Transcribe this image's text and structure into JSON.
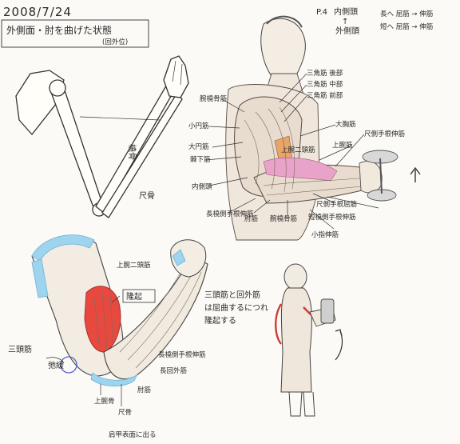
{
  "header": {
    "date": "2008/7/24",
    "title": "外側面・肘を曲げた状態",
    "title_sub": "(回外位)"
  },
  "top_left_labels": {
    "radius": "橈骨",
    "ulna": "尺骨"
  },
  "top_right_notes": {
    "page_ref": "P.4",
    "line1": "内側頭",
    "line2": "外側頭",
    "rule1": "長へ 屈筋 → 伸筋",
    "rule2": "短へ 屈筋 → 伸筋"
  },
  "figure_labels": {
    "deltoid": "三角筋 後部",
    "deltoid_mid": "三角筋 中部",
    "deltoid_front": "三角筋 前部",
    "brachioradialis_top": "腕橈骨筋",
    "teres_minor": "小円筋",
    "teres_major": "大円筋",
    "infraspinatus": "棘下筋",
    "triceps_long": "大胸筋",
    "biceps": "上腕筋",
    "brachialis": "上腕二頭筋",
    "medial_head": "内側頭",
    "ext_carpi_rad_long": "長橈側手根伸筋",
    "ext_carpi_rad_brev": "短橈側手根伸筋",
    "anconeus": "肘筋",
    "brachioradialis": "腕橈骨筋",
    "ext_carpi_uln": "尺側手根伸筋",
    "flexor_uln": "尺側手根屈筋",
    "ext_digitorum": "小指伸筋"
  },
  "bottom_labels": {
    "brachialis_bump": "上腕二頭筋",
    "bulge": "隆起",
    "triceps": "三頭筋",
    "relax": "弛緩",
    "ext_long": "長橈側手根伸筋",
    "ext_short": "長回外筋",
    "anconeus": "肘筋",
    "humerus": "上腕骨",
    "ulna": "尺骨",
    "bottom_note": "肩甲表面に出る"
  },
  "bottom_note_text": {
    "line1": "三頭筋と回外筋",
    "line2": "は屈曲するにつれ",
    "line3": "隆起する"
  },
  "colors": {
    "paper": "#fbfaf6",
    "ink": "#2a2a2a",
    "red_muscle": "#e8493f",
    "blue_tendon": "#9fd4ee",
    "pink_muscle": "#e9a2c8",
    "tan_muscle": "#e8a56a"
  }
}
